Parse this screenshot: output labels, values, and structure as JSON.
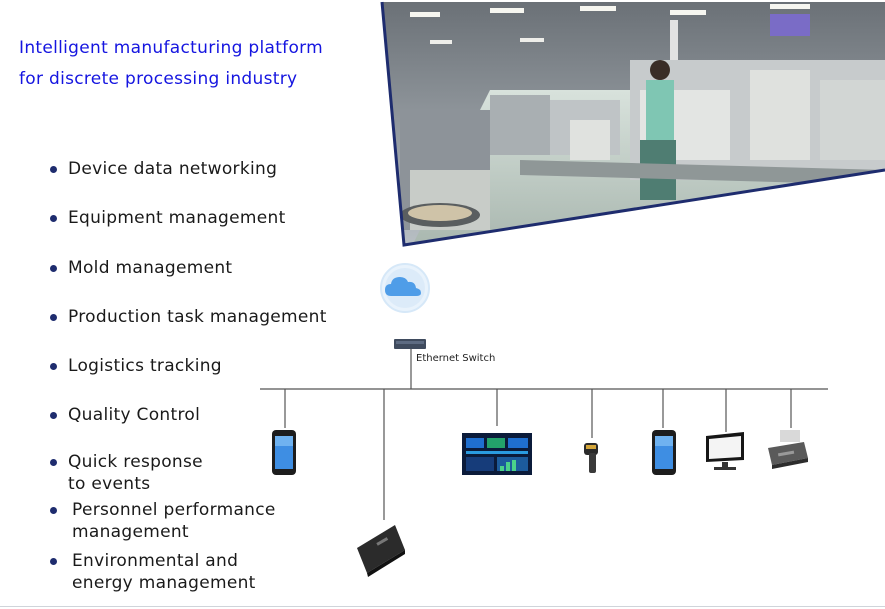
{
  "title": {
    "line1": "Intelligent manufacturing platform",
    "line2": "for discrete processing industry"
  },
  "features": [
    "Device data networking",
    "Equipment management",
    "Mold management",
    "Production task management",
    "Logistics tracking",
    "Quality Control",
    "Quick response",
    "to events",
    "Personnel performance",
    "management",
    "Environmental and",
    "energy management"
  ],
  "network": {
    "switch_label": "Ethernet Switch"
  },
  "colors": {
    "title": "#1515e0",
    "bullet": "#1e2c6e",
    "frame": "#1e2c6e"
  }
}
